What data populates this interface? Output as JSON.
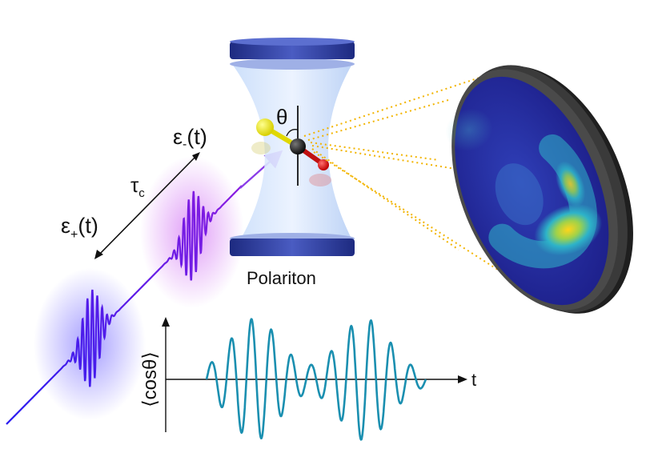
{
  "labels": {
    "pulse_plus": "ε+(t)",
    "pulse_minus": "ε-(t)",
    "delay": "τc",
    "angle": "θ",
    "cavity": "Polariton",
    "y_axis": "⟨cosθ⟩",
    "x_axis": "t"
  },
  "colors": {
    "pulse_plus": "#2a1cf0",
    "pulse_minus": "#8a1ce0",
    "signal": "#1a8fb0",
    "mirror": "#2b3a9a",
    "cavity_glow": "#a9c6f5",
    "sulfur": "#e8e000",
    "carbon": "#1a1a1a",
    "oxygen": "#e01010",
    "beam": "#f2b400"
  }
}
